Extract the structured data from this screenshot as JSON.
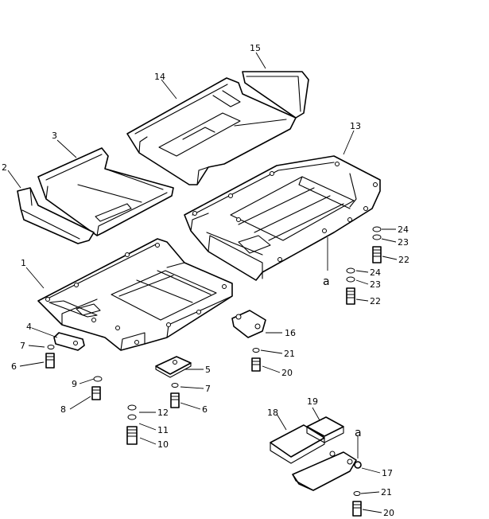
{
  "labels": {
    "p1": "1",
    "p2": "2",
    "p3": "3",
    "p4": "4",
    "p5": "5",
    "p6a": "6",
    "p6b": "6",
    "p7a": "7",
    "p7b": "7",
    "p8": "8",
    "p9": "9",
    "p10": "10",
    "p11": "11",
    "p12": "12",
    "p13": "13",
    "p14": "14",
    "p15": "15",
    "p16": "16",
    "p17": "17",
    "p18": "18",
    "p19": "19",
    "p20a": "20",
    "p20b": "20",
    "p21a": "21",
    "p21b": "21",
    "p22a": "22",
    "p22b": "22",
    "p23a": "23",
    "p23b": "23",
    "p24a": "24",
    "p24b": "24",
    "refA1": "a",
    "refA2": "a"
  }
}
